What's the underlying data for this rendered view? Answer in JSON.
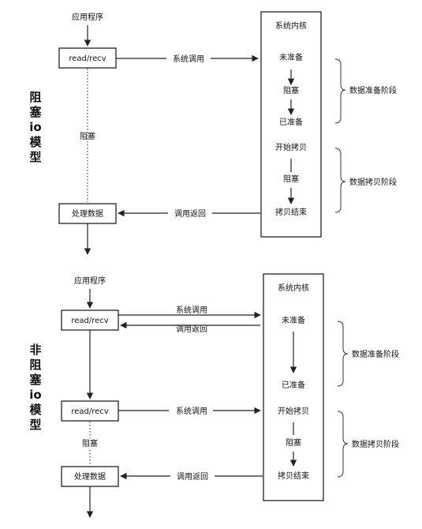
{
  "blocking": {
    "side_label": [
      "阻",
      "塞",
      "io",
      "模",
      "型"
    ],
    "app": "应用程序",
    "read_box": "read/recv",
    "syscall": "系统调用",
    "blocked": "阻塞",
    "process_box": "处理数据",
    "call_return": "调用返回",
    "kernel_title": "系统内核",
    "not_ready": "未准备",
    "kernel_blocked_1": "阻塞",
    "ready": "已准备",
    "copy_start": "开始拷贝",
    "kernel_blocked_2": "阻塞",
    "copy_end": "拷贝结束",
    "phase_prepare": "数据准备阶段",
    "phase_copy": "数据拷贝阶段"
  },
  "nonblocking": {
    "side_label": [
      "非",
      "阻",
      "塞",
      "io",
      "模",
      "型"
    ],
    "app": "应用程序",
    "read_box_1": "read/recv",
    "syscall_1": "系统调用",
    "call_return_1": "调用返回",
    "read_box_2": "read/recv",
    "syscall_2": "系统调用",
    "blocked": "阻塞",
    "process_box": "处理数据",
    "call_return_2": "调用返回",
    "kernel_title": "系统内核",
    "not_ready": "未准备",
    "ready": "已准备",
    "copy_start": "开始拷贝",
    "kernel_blocked": "阻塞",
    "copy_end": "拷贝结束",
    "phase_prepare": "数据准备阶段",
    "phase_copy": "数据拷贝阶段"
  }
}
